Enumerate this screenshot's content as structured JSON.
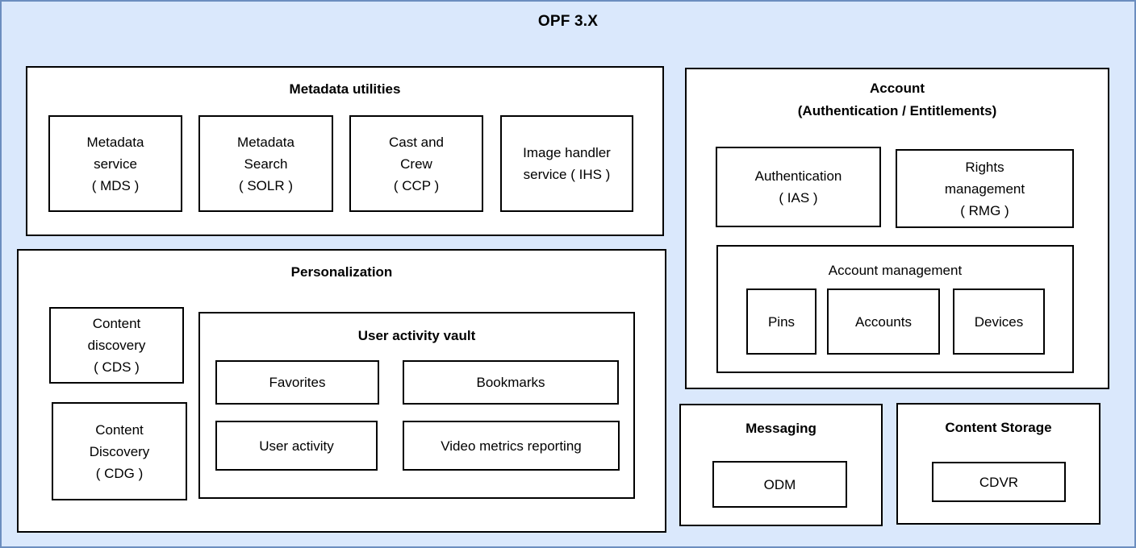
{
  "diagram": {
    "title": "OPF 3.X"
  },
  "colors": {
    "canvas_background": "#dae8fc",
    "canvas_border": "#6c8ebf",
    "node_fill": "#ffffff",
    "node_border": "#000000",
    "text": "#000000"
  },
  "sections": {
    "metadata_utilities": {
      "title": "Metadata utilities",
      "items": [
        {
          "id": "mds",
          "label": "Metadata\nservice\n( MDS )"
        },
        {
          "id": "solr",
          "label": "Metadata\nSearch\n( SOLR )"
        },
        {
          "id": "ccp",
          "label": "Cast and\nCrew\n( CCP )"
        },
        {
          "id": "ihs",
          "label": "Image handler\nservice ( IHS )"
        }
      ]
    },
    "personalization": {
      "title": "Personalization",
      "items": [
        {
          "id": "cds",
          "label": "Content\ndiscovery\n( CDS )"
        },
        {
          "id": "cdg",
          "label": "Content\nDiscovery\n( CDG )"
        }
      ],
      "user_activity_vault": {
        "title": "User activity vault",
        "items": [
          {
            "id": "favorites",
            "label": "Favorites"
          },
          {
            "id": "bookmarks",
            "label": "Bookmarks"
          },
          {
            "id": "user_activity",
            "label": "User activity"
          },
          {
            "id": "video_metrics",
            "label": "Video metrics reporting"
          }
        ]
      }
    },
    "account": {
      "title": "Account\n(Authentication / Entitlements)",
      "items": [
        {
          "id": "ias",
          "label": "Authentication\n( IAS )"
        },
        {
          "id": "rmg",
          "label": "Rights\nmanagement\n( RMG )"
        }
      ],
      "account_management": {
        "title": "Account management",
        "items": [
          {
            "id": "pins",
            "label": "Pins"
          },
          {
            "id": "accounts",
            "label": "Accounts"
          },
          {
            "id": "devices",
            "label": "Devices"
          }
        ]
      }
    },
    "messaging": {
      "title": "Messaging",
      "items": [
        {
          "id": "odm",
          "label": "ODM"
        }
      ]
    },
    "content_storage": {
      "title": "Content Storage",
      "items": [
        {
          "id": "cdvr",
          "label": "CDVR"
        }
      ]
    }
  }
}
